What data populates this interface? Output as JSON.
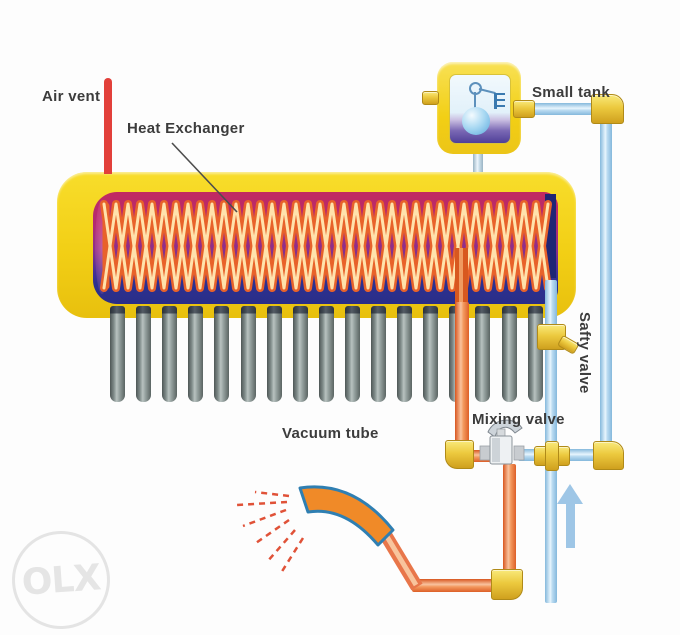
{
  "labels": {
    "air_vent": "Air vent",
    "heat_exchanger": "Heat Exchanger",
    "small_tank": "Small tank",
    "safty_valve": "Safty valve",
    "mixing_valve": "Mixing valve",
    "vacuum_tube": "Vacuum tube"
  },
  "watermark": {
    "text": "OLX"
  },
  "vacuum_tubes": {
    "count": 17
  },
  "icons": {
    "cold_water_flow": "up-arrow",
    "spray": "shower-spray-dashes"
  },
  "colors": {
    "tank_yellow": "#f2cf15",
    "brass": "#ecc93e",
    "hot_pipe": "#ef7a2e",
    "cold_pipe": "#aed4ee",
    "vent_red": "#e2403a",
    "coil_base": "#e8622a",
    "coil_highlight": "#ffe2ac",
    "interior_top": "#c22a60",
    "interior_bottom": "#2a2e88",
    "tube_gray": "#96a2a0",
    "label_gray": "#3c3c3c",
    "shower_border": "#2f7fb2",
    "spray_red": "#e05238",
    "arrow_blue": "#9ec6e6",
    "valve_gray": "#cdd4da"
  }
}
